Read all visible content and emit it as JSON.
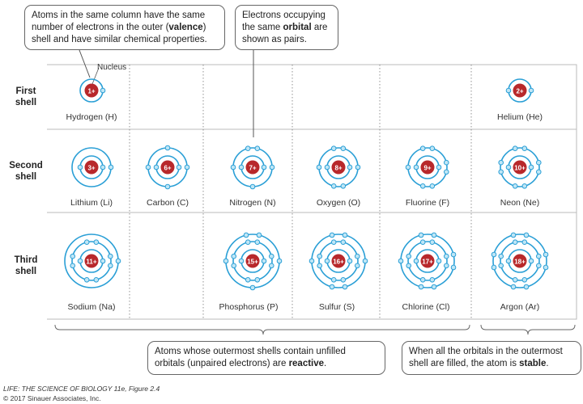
{
  "callouts": {
    "valence": {
      "before": "Atoms in the same column have the same number of electrons in the outer (",
      "bold": "valence",
      "after": ") shell and have similar chemical properties."
    },
    "orbital": {
      "before": "Electrons occupying the same ",
      "bold": "orbital",
      "after": " are shown as pairs."
    },
    "reactive": {
      "before": "Atoms whose outermost shells contain unfilled orbitals (unpaired electrons) are ",
      "bold": "reactive",
      "after": "."
    },
    "stable": {
      "before": "When all the orbitals in the outermost shell are filled, the atom is ",
      "bold": "stable",
      "after": "."
    }
  },
  "nucleus_label": "Nucleus",
  "rows": [
    {
      "label_line1": "First",
      "label_line2": "shell"
    },
    {
      "label_line1": "Second",
      "label_line2": "shell"
    },
    {
      "label_line1": "Third",
      "label_line2": "shell"
    }
  ],
  "atoms": [
    {
      "key": "h",
      "name": "Hydrogen (H)",
      "charge": "1+",
      "row": 0,
      "col": 0,
      "shells": [
        1
      ]
    },
    {
      "key": "he",
      "name": "Helium (He)",
      "charge": "2+",
      "row": 0,
      "col": 5,
      "shells": [
        2
      ]
    },
    {
      "key": "li",
      "name": "Lithium (Li)",
      "charge": "3+",
      "row": 1,
      "col": 0,
      "shells": [
        2,
        1
      ]
    },
    {
      "key": "c",
      "name": "Carbon (C)",
      "charge": "6+",
      "row": 1,
      "col": 1,
      "shells": [
        2,
        4
      ]
    },
    {
      "key": "n",
      "name": "Nitrogen (N)",
      "charge": "7+",
      "row": 1,
      "col": 2,
      "shells": [
        2,
        5
      ]
    },
    {
      "key": "o",
      "name": "Oxygen (O)",
      "charge": "8+",
      "row": 1,
      "col": 3,
      "shells": [
        2,
        6
      ]
    },
    {
      "key": "f",
      "name": "Fluorine (F)",
      "charge": "9+",
      "row": 1,
      "col": 4,
      "shells": [
        2,
        7
      ]
    },
    {
      "key": "ne",
      "name": "Neon (Ne)",
      "charge": "10+",
      "row": 1,
      "col": 5,
      "shells": [
        2,
        8
      ]
    },
    {
      "key": "na",
      "name": "Sodium (Na)",
      "charge": "11+",
      "row": 2,
      "col": 0,
      "shells": [
        2,
        8,
        1
      ]
    },
    {
      "key": "p",
      "name": "Phosphorus (P)",
      "charge": "15+",
      "row": 2,
      "col": 2,
      "shells": [
        2,
        8,
        5
      ]
    },
    {
      "key": "s",
      "name": "Sulfur (S)",
      "charge": "16+",
      "row": 2,
      "col": 3,
      "shells": [
        2,
        8,
        6
      ]
    },
    {
      "key": "cl",
      "name": "Chlorine (Cl)",
      "charge": "17+",
      "row": 2,
      "col": 4,
      "shells": [
        2,
        8,
        7
      ]
    },
    {
      "key": "ar",
      "name": "Argon (Ar)",
      "charge": "18+",
      "row": 2,
      "col": 5,
      "shells": [
        2,
        8,
        8
      ]
    }
  ],
  "credit_title": "LIFE: THE SCIENCE OF BIOLOGY 11e, Figure 2.4",
  "credit_copyright": "© 2017 Sinauer Associates, Inc.",
  "colors": {
    "shell": "#2a9fd6",
    "electron_fill": "#bfe6f6",
    "nucleus": "#b8282b",
    "grid": "#bbbbbb",
    "grid_dotted": "#777777"
  }
}
